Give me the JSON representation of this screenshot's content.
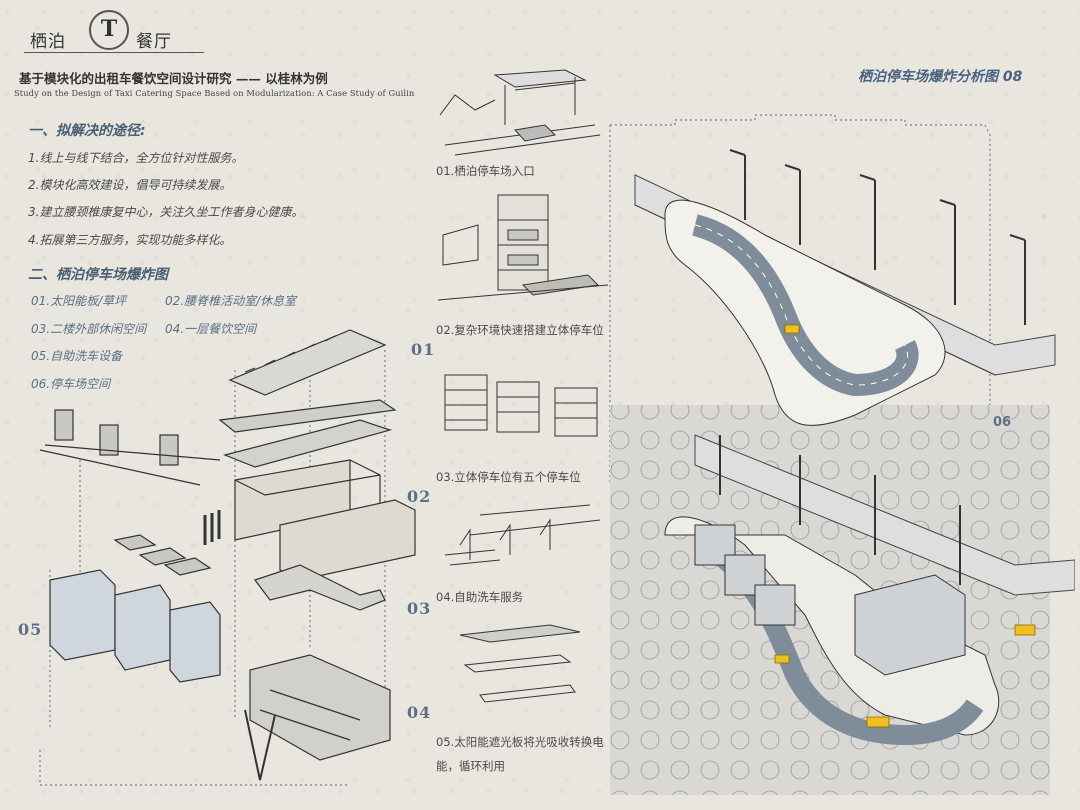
{
  "header": {
    "logo_left": "栖泊",
    "logo_badge": "T",
    "logo_right": "餐厅",
    "title_cn": "基于模块化的出租车餐饮空间设计研究  —— 以桂林为例",
    "title_en": "Study on the Design of Taxi Catering Space Based on Modularization: A Case Study of Guilin"
  },
  "section1": {
    "heading": "一、拟解决的途径:",
    "items": [
      "1.线上与线下结合，全方位针对性服务。",
      "2.模块化高效建设，倡导可持续发展。",
      "3.建立腰颈椎康复中心，关注久坐工作者身心健康。",
      "4.拓展第三方服务，实现功能多样化。"
    ]
  },
  "section2": {
    "heading": "二、栖泊停车场爆炸图",
    "items": [
      "01.太阳能板/草坪",
      "02.腰脊椎活动室/休息室",
      "03.二楼外部休闲空间",
      "04.一层餐饮空间",
      "05.自助洗车设备",
      "06.停车场空间"
    ]
  },
  "explode_labels": [
    "01",
    "02",
    "03",
    "04",
    "05"
  ],
  "captions": [
    "01.栖泊停车场入口",
    "02.复杂环境快速搭建立体停车位",
    "03.立体停车位有五个停车位",
    "04.自助洗车服务",
    "05.太阳能遮光板将光吸收转换电能，循环利用"
  ],
  "right_panel": {
    "title": "栖泊停车场爆炸分析图  08",
    "label": "06"
  },
  "colors": {
    "accent": "#4a6480",
    "road": "#8c98a4",
    "taxi": "#f0c020"
  }
}
